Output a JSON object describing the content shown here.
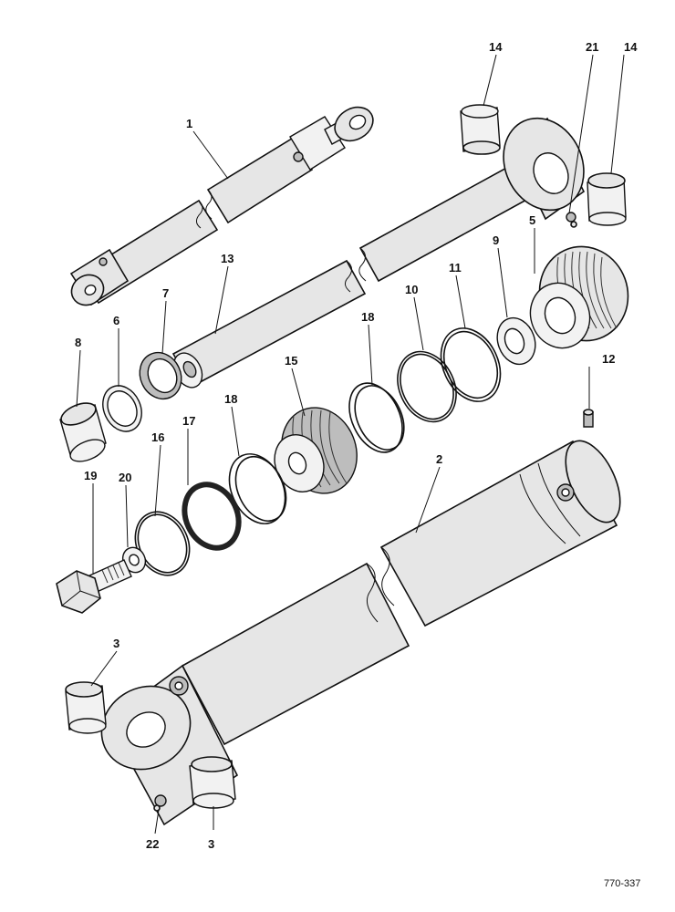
{
  "diagram": {
    "reference_code": "770-337",
    "callouts": [
      "1",
      "2",
      "3",
      "3",
      "5",
      "6",
      "7",
      "8",
      "9",
      "10",
      "11",
      "12",
      "13",
      "14",
      "14",
      "15",
      "16",
      "17",
      "18",
      "18",
      "19",
      "20",
      "21",
      "22"
    ]
  }
}
